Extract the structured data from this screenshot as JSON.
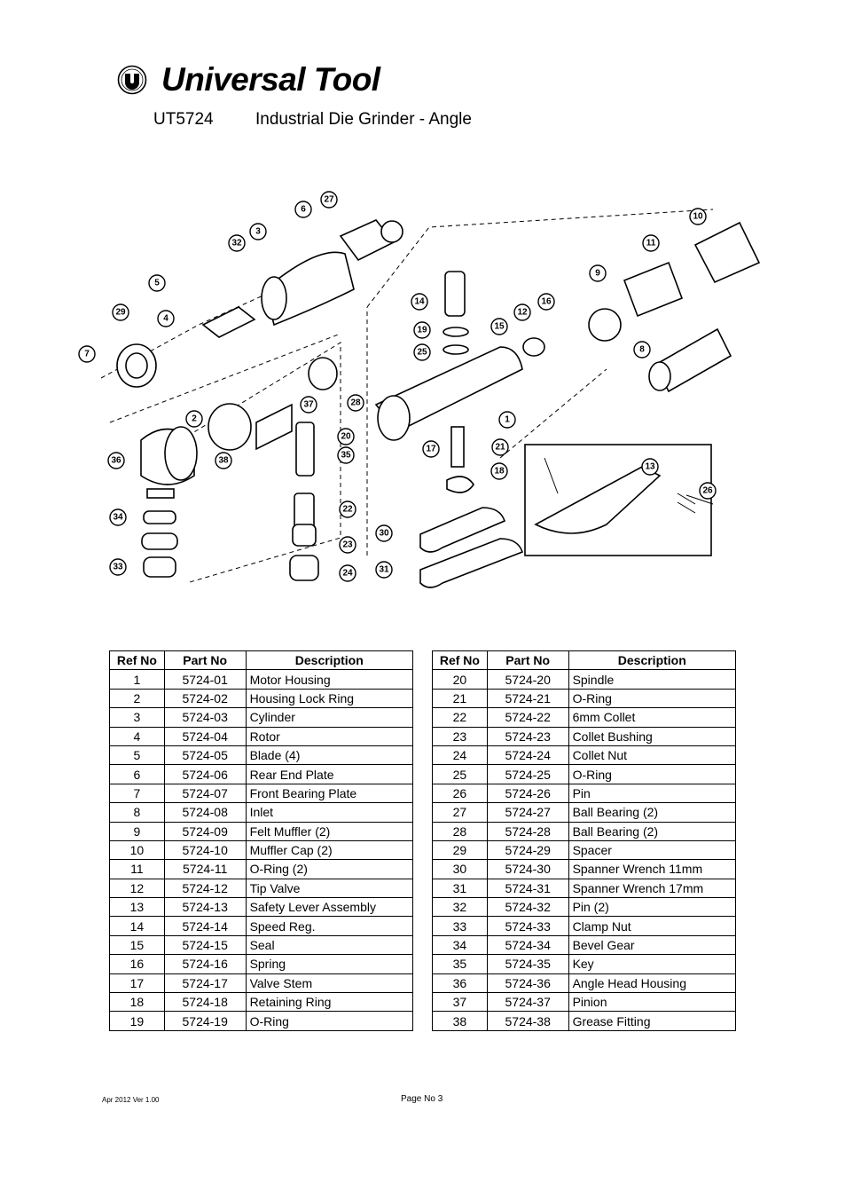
{
  "brand": {
    "name": "Universal Tool",
    "logo_icon": "universal-tool-logo-icon"
  },
  "product": {
    "model": "UT5724",
    "name": "Industrial Die Grinder - Angle"
  },
  "table": {
    "headers": [
      "Ref No",
      "Part No",
      "Description"
    ],
    "left": [
      [
        "1",
        "5724-01",
        "Motor Housing"
      ],
      [
        "2",
        "5724-02",
        "Housing Lock Ring"
      ],
      [
        "3",
        "5724-03",
        "Cylinder"
      ],
      [
        "4",
        "5724-04",
        "Rotor"
      ],
      [
        "5",
        "5724-05",
        "Blade (4)"
      ],
      [
        "6",
        "5724-06",
        "Rear End Plate"
      ],
      [
        "7",
        "5724-07",
        "Front Bearing Plate"
      ],
      [
        "8",
        "5724-08",
        "Inlet"
      ],
      [
        "9",
        "5724-09",
        "Felt Muffler (2)"
      ],
      [
        "10",
        "5724-10",
        "Muffler Cap (2)"
      ],
      [
        "11",
        "5724-11",
        "O-Ring (2)"
      ],
      [
        "12",
        "5724-12",
        "Tip Valve"
      ],
      [
        "13",
        "5724-13",
        "Safety Lever Assembly"
      ],
      [
        "14",
        "5724-14",
        "Speed Reg."
      ],
      [
        "15",
        "5724-15",
        "Seal"
      ],
      [
        "16",
        "5724-16",
        "Spring"
      ],
      [
        "17",
        "5724-17",
        "Valve Stem"
      ],
      [
        "18",
        "5724-18",
        "Retaining Ring"
      ],
      [
        "19",
        "5724-19",
        "O-Ring"
      ]
    ],
    "right": [
      [
        "20",
        "5724-20",
        "Spindle"
      ],
      [
        "21",
        "5724-21",
        "O-Ring"
      ],
      [
        "22",
        "5724-22",
        "6mm Collet"
      ],
      [
        "23",
        "5724-23",
        "Collet Bushing"
      ],
      [
        "24",
        "5724-24",
        "Collet Nut"
      ],
      [
        "25",
        "5724-25",
        "O-Ring"
      ],
      [
        "26",
        "5724-26",
        "Pin"
      ],
      [
        "27",
        "5724-27",
        "Ball Bearing (2)"
      ],
      [
        "28",
        "5724-28",
        "Ball Bearing (2)"
      ],
      [
        "29",
        "5724-29",
        "Spacer"
      ],
      [
        "30",
        "5724-30",
        "Spanner Wrench 11mm"
      ],
      [
        "31",
        "5724-31",
        "Spanner Wrench 17mm"
      ],
      [
        "32",
        "5724-32",
        "Pin (2)"
      ],
      [
        "33",
        "5724-33",
        "Clamp Nut"
      ],
      [
        "34",
        "5724-34",
        "Bevel Gear"
      ],
      [
        "35",
        "5724-35",
        "Key"
      ],
      [
        "36",
        "5724-36",
        "Angle Head Housing"
      ],
      [
        "37",
        "5724-37",
        "Pinion"
      ],
      [
        "38",
        "5724-38",
        "Grease Fitting"
      ]
    ]
  },
  "diagram_labels": [
    "1",
    "2",
    "3",
    "4",
    "5",
    "6",
    "7",
    "8",
    "9",
    "10",
    "11",
    "12",
    "13",
    "14",
    "15",
    "16",
    "17",
    "18",
    "19",
    "20",
    "21",
    "22",
    "23",
    "24",
    "25",
    "26",
    "27",
    "28",
    "29",
    "30",
    "31",
    "32",
    "33",
    "34",
    "35",
    "36",
    "37",
    "38"
  ],
  "footer": {
    "version": "Apr 2012 Ver 1.00",
    "page": "Page No 3"
  }
}
